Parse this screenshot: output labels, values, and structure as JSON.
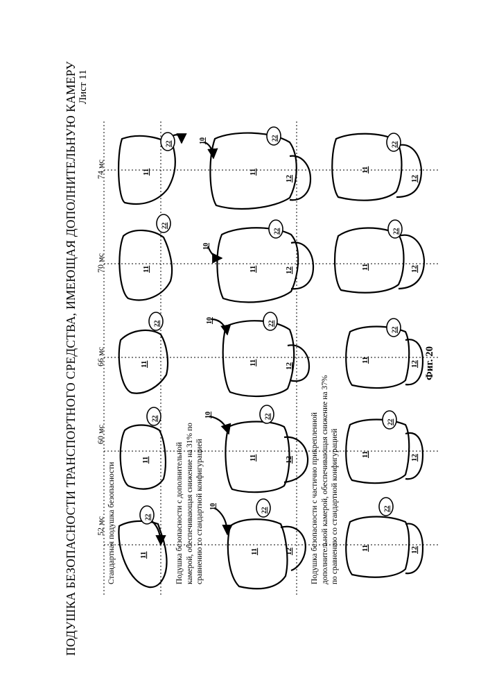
{
  "header": {
    "title": "ПОДУШКА БЕЗОПАСНОСТИ ТРАНСПОРТНОГО СРЕДСТВА, ИМЕЮЩАЯ ДОПОЛНИТЕЛЬНУЮ КАМЕРУ",
    "sheet": "Лист 11"
  },
  "times": [
    "52 мс",
    "60 мс",
    "66 мс",
    "70 мс",
    "74 мс"
  ],
  "rows": [
    {
      "caption": [
        "Стандартная подушка безопасности"
      ]
    },
    {
      "caption": [
        "Подушка безопасности с дополнительной",
        "камерой, обеспечивающая снижение на 31% по",
        "сравнению со стандартной конфигурацией"
      ]
    },
    {
      "caption": [
        "Подушка безопасности с частично прикрепленной",
        "дополнительной камерой, обеспечивающая снижение на 37%",
        "по сравнению со стандартной конфигурацией"
      ]
    }
  ],
  "labels": {
    "main_chamber": "11",
    "extra_chamber": "12",
    "head": "22",
    "airbag_ref": "10"
  },
  "figure_caption": "Фиг. 20"
}
